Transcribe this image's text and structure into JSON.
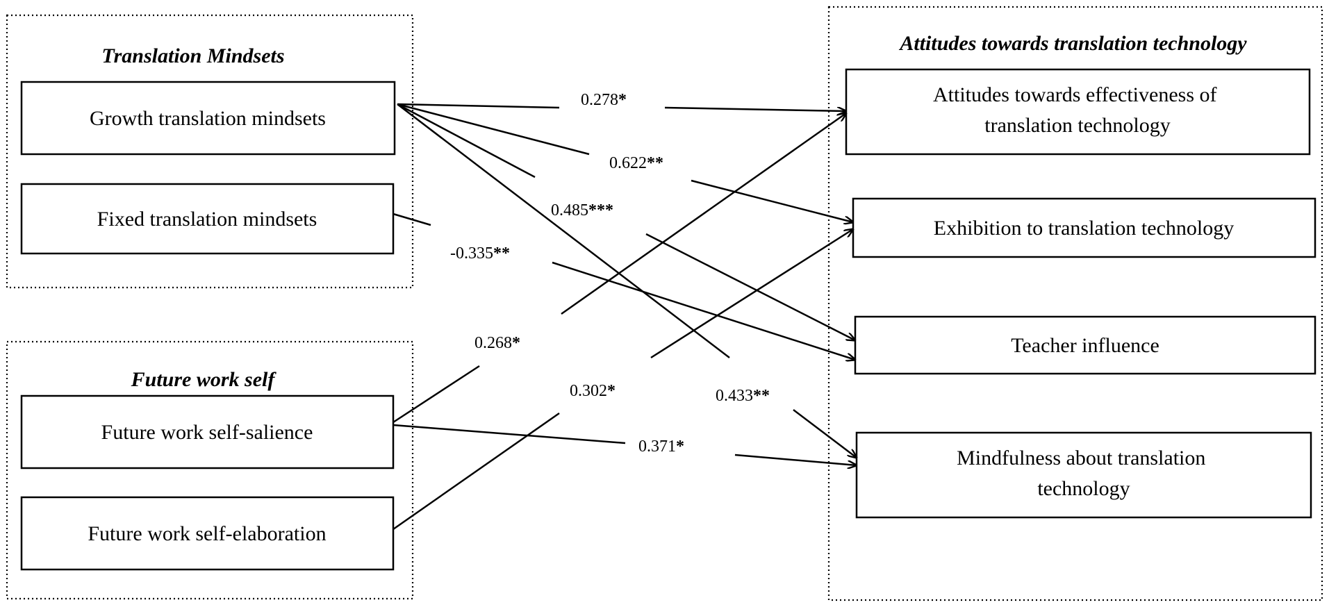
{
  "groups": {
    "translation_mindsets": {
      "title": "Translation Mindsets"
    },
    "future_work_self": {
      "title": "Future work self"
    },
    "attitudes": {
      "title": "Attitudes towards translation technology"
    }
  },
  "boxes": {
    "growth": {
      "lines": [
        "Growth translation mindsets"
      ]
    },
    "fixed": {
      "lines": [
        "Fixed translation mindsets"
      ]
    },
    "salience": {
      "lines": [
        "Future work self-salience"
      ]
    },
    "elaboration": {
      "lines": [
        "Future work self-elaboration"
      ]
    },
    "effectiveness": {
      "lines": [
        "Attitudes towards effectiveness of",
        "translation technology"
      ]
    },
    "exhibition": {
      "lines": [
        "Exhibition to translation technology"
      ]
    },
    "teacher": {
      "lines": [
        "Teacher influence"
      ]
    },
    "mindfulness": {
      "lines": [
        "Mindfulness about translation",
        "technology"
      ]
    }
  },
  "paths": [
    {
      "from": "Growth translation mindsets",
      "to": "Attitudes towards effectiveness of translation technology",
      "coefficient": "0.278",
      "stars": "*"
    },
    {
      "from": "Growth translation mindsets",
      "to": "Exhibition to translation technology",
      "coefficient": "0.622",
      "stars": "**"
    },
    {
      "from": "Growth translation mindsets",
      "to": "Teacher influence",
      "coefficient": "0.485",
      "stars": "***"
    },
    {
      "from": "Growth translation mindsets",
      "to": "Mindfulness about translation technology",
      "coefficient": "0.433",
      "stars": "**"
    },
    {
      "from": "Fixed translation mindsets",
      "to": "Teacher influence",
      "coefficient": "-0.335",
      "stars": "**"
    },
    {
      "from": "Future work self-salience",
      "to": "Attitudes towards effectiveness of translation technology",
      "coefficient": "0.268",
      "stars": "*"
    },
    {
      "from": "Future work self-salience",
      "to": "Mindfulness about translation technology",
      "coefficient": "0.371",
      "stars": "*"
    },
    {
      "from": "Future work self-elaboration",
      "to": "Exhibition to translation technology",
      "coefficient": "0.302",
      "stars": "*"
    }
  ]
}
